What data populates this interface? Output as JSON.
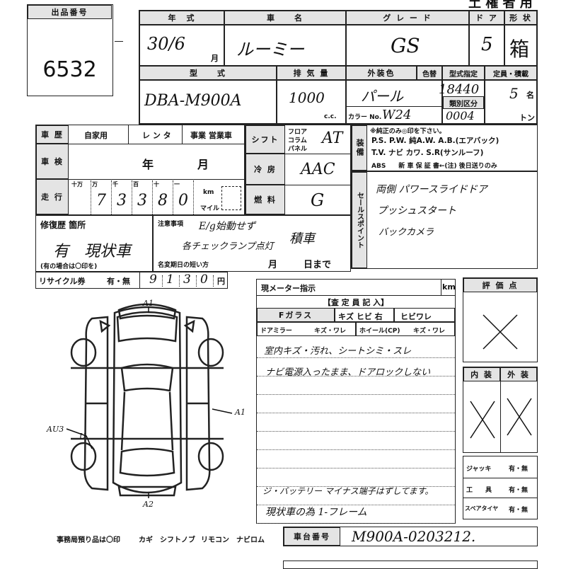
{
  "header": {
    "lot_label": "出品番号",
    "lot_number": "6532",
    "title_right": "土 権 者 用"
  },
  "vehicle": {
    "year_label": "年　式",
    "year_value": "30/6",
    "year_month_unit": "月",
    "name_label": "車　　名",
    "name_value": "ルーミー",
    "grade_label": "グ レ ー ド",
    "grade_value": "GS",
    "doors_label": "ド ア",
    "doors_value": "5",
    "body_label": "形 状",
    "body_value": "箱",
    "model_label": "型　　式",
    "model_value": "DBA-M900A",
    "displacement_label": "排 気 量",
    "displacement_value": "1000",
    "displacement_unit": "c.c.",
    "color_label": "外装色",
    "color_value": "パール",
    "color_no_label": "カラー No.",
    "color_no_value": "W24",
    "tone_label": "色替",
    "type_designation_label": "型式指定",
    "type_designation_value": "18440",
    "category_label": "類別区分",
    "category_value": "0004",
    "capacity_label": "定員・積載",
    "capacity_value": "5",
    "capacity_unit": "名",
    "load_unit": "トン"
  },
  "history": {
    "label": "車 歴",
    "options": [
      "自家用",
      "レ ン タ",
      "事業 営業車"
    ],
    "selected": "自家用",
    "inspection_label": "車 検",
    "year_unit": "年",
    "month_unit": "月",
    "mileage_label": "走 行",
    "mileage_digit_labels": [
      "十万",
      "万",
      "千",
      "百",
      "十",
      "一"
    ],
    "mileage_digits": [
      "",
      "7",
      "3",
      "3",
      "8",
      "0"
    ],
    "km_unit": "km",
    "mile_unit": "マイル"
  },
  "specs": {
    "shift_label": "シフト",
    "shift_options": [
      "フロア",
      "コラム",
      "パネル"
    ],
    "shift_selected": "パネル",
    "shift_value": "AT",
    "ac_label": "冷 房",
    "ac_value": "AAC",
    "fuel_label": "燃 料",
    "fuel_value": "G"
  },
  "equipment": {
    "label": "装備",
    "note": "※純正のみ◎印を下さい。",
    "line1": "P.S. P.W. 純A.W. A.B.(エアバック)",
    "line2": "T.V. ナビ カワ. S.R(サンルーフ)",
    "line3": "ABS　　新 車 保 証 書←(注) 後日送りのみ"
  },
  "sales_points": {
    "label": "セールスポイント",
    "lines": [
      "両側 パワースライドドア",
      "プッシュスタート",
      "バックカメラ"
    ]
  },
  "repair": {
    "label": "修復歴 箇所",
    "value": "有　現状車",
    "note": "(有の場合は〇印を)"
  },
  "caution": {
    "label": "注意事項",
    "line1": "E/g始動せず",
    "line2": "各チェックランプ点灯",
    "line3": "積車",
    "deadline_label": "名変期日の短い方",
    "deadline_month": "月",
    "deadline_day": "日まで"
  },
  "recycle": {
    "label": "リサイクル券",
    "options": "有・無",
    "selected": "有",
    "digits": [
      "9",
      "1",
      "3",
      "0"
    ],
    "unit": "円"
  },
  "inspection": {
    "meter_label": "現メーター指示",
    "km_unit": "km",
    "section_label": "【査 定 員 記 入】",
    "glass_label": "Fガラス",
    "glass_options": "キズ ヒビ 右",
    "glass_crack": "ヒビワレ",
    "mirror_label": "ドアミラー",
    "mirror_options": "キズ・ワレ",
    "wheel_label": "ホイール(CP)",
    "wheel_options": "キズ・ワレ",
    "notes": [
      "室内キズ・汚れ、シートシミ・スレ",
      "ナビ電源入ったまま、ドアロックしない",
      "ジ・バッテリー マイナス端子はずしてます。",
      "現状車の為 1-フレーム"
    ]
  },
  "rating": {
    "label": "評 価 点",
    "interior_label": "内 装",
    "exterior_label": "外 装"
  },
  "tools": {
    "jack_label": "ジャッキ",
    "tool_label": "工　　具",
    "spare_label": "スペアタイヤ",
    "options": "有・無"
  },
  "diagram": {
    "marks": [
      "A1",
      "A1",
      "AU3",
      "U",
      "A2"
    ]
  },
  "footer": {
    "office_note": "事務局預り品は〇印",
    "items": [
      "カギ",
      "シフトノブ",
      "リモコン",
      "ナビロム"
    ],
    "chassis_label": "車台番号",
    "chassis_value": "M900A-0203212."
  }
}
